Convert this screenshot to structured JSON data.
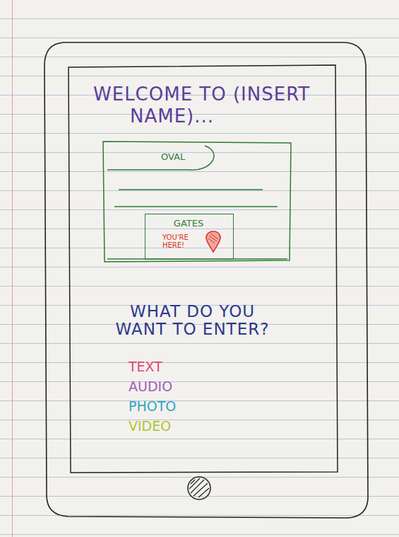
{
  "diagram": {
    "title": "WELCOME TO (INSERT NAME)...",
    "nodes": [
      {
        "text": [
          "OVAL"
        ]
      },
      {
        "text": [
          "GATES",
          "YOU'RE HERE!"
        ]
      }
    ],
    "labels": [
      "WHAT DO YOU WANT TO ENTER?",
      "TEXT",
      "AUDIO",
      "PHOTO",
      "VIDEO"
    ]
  }
}
